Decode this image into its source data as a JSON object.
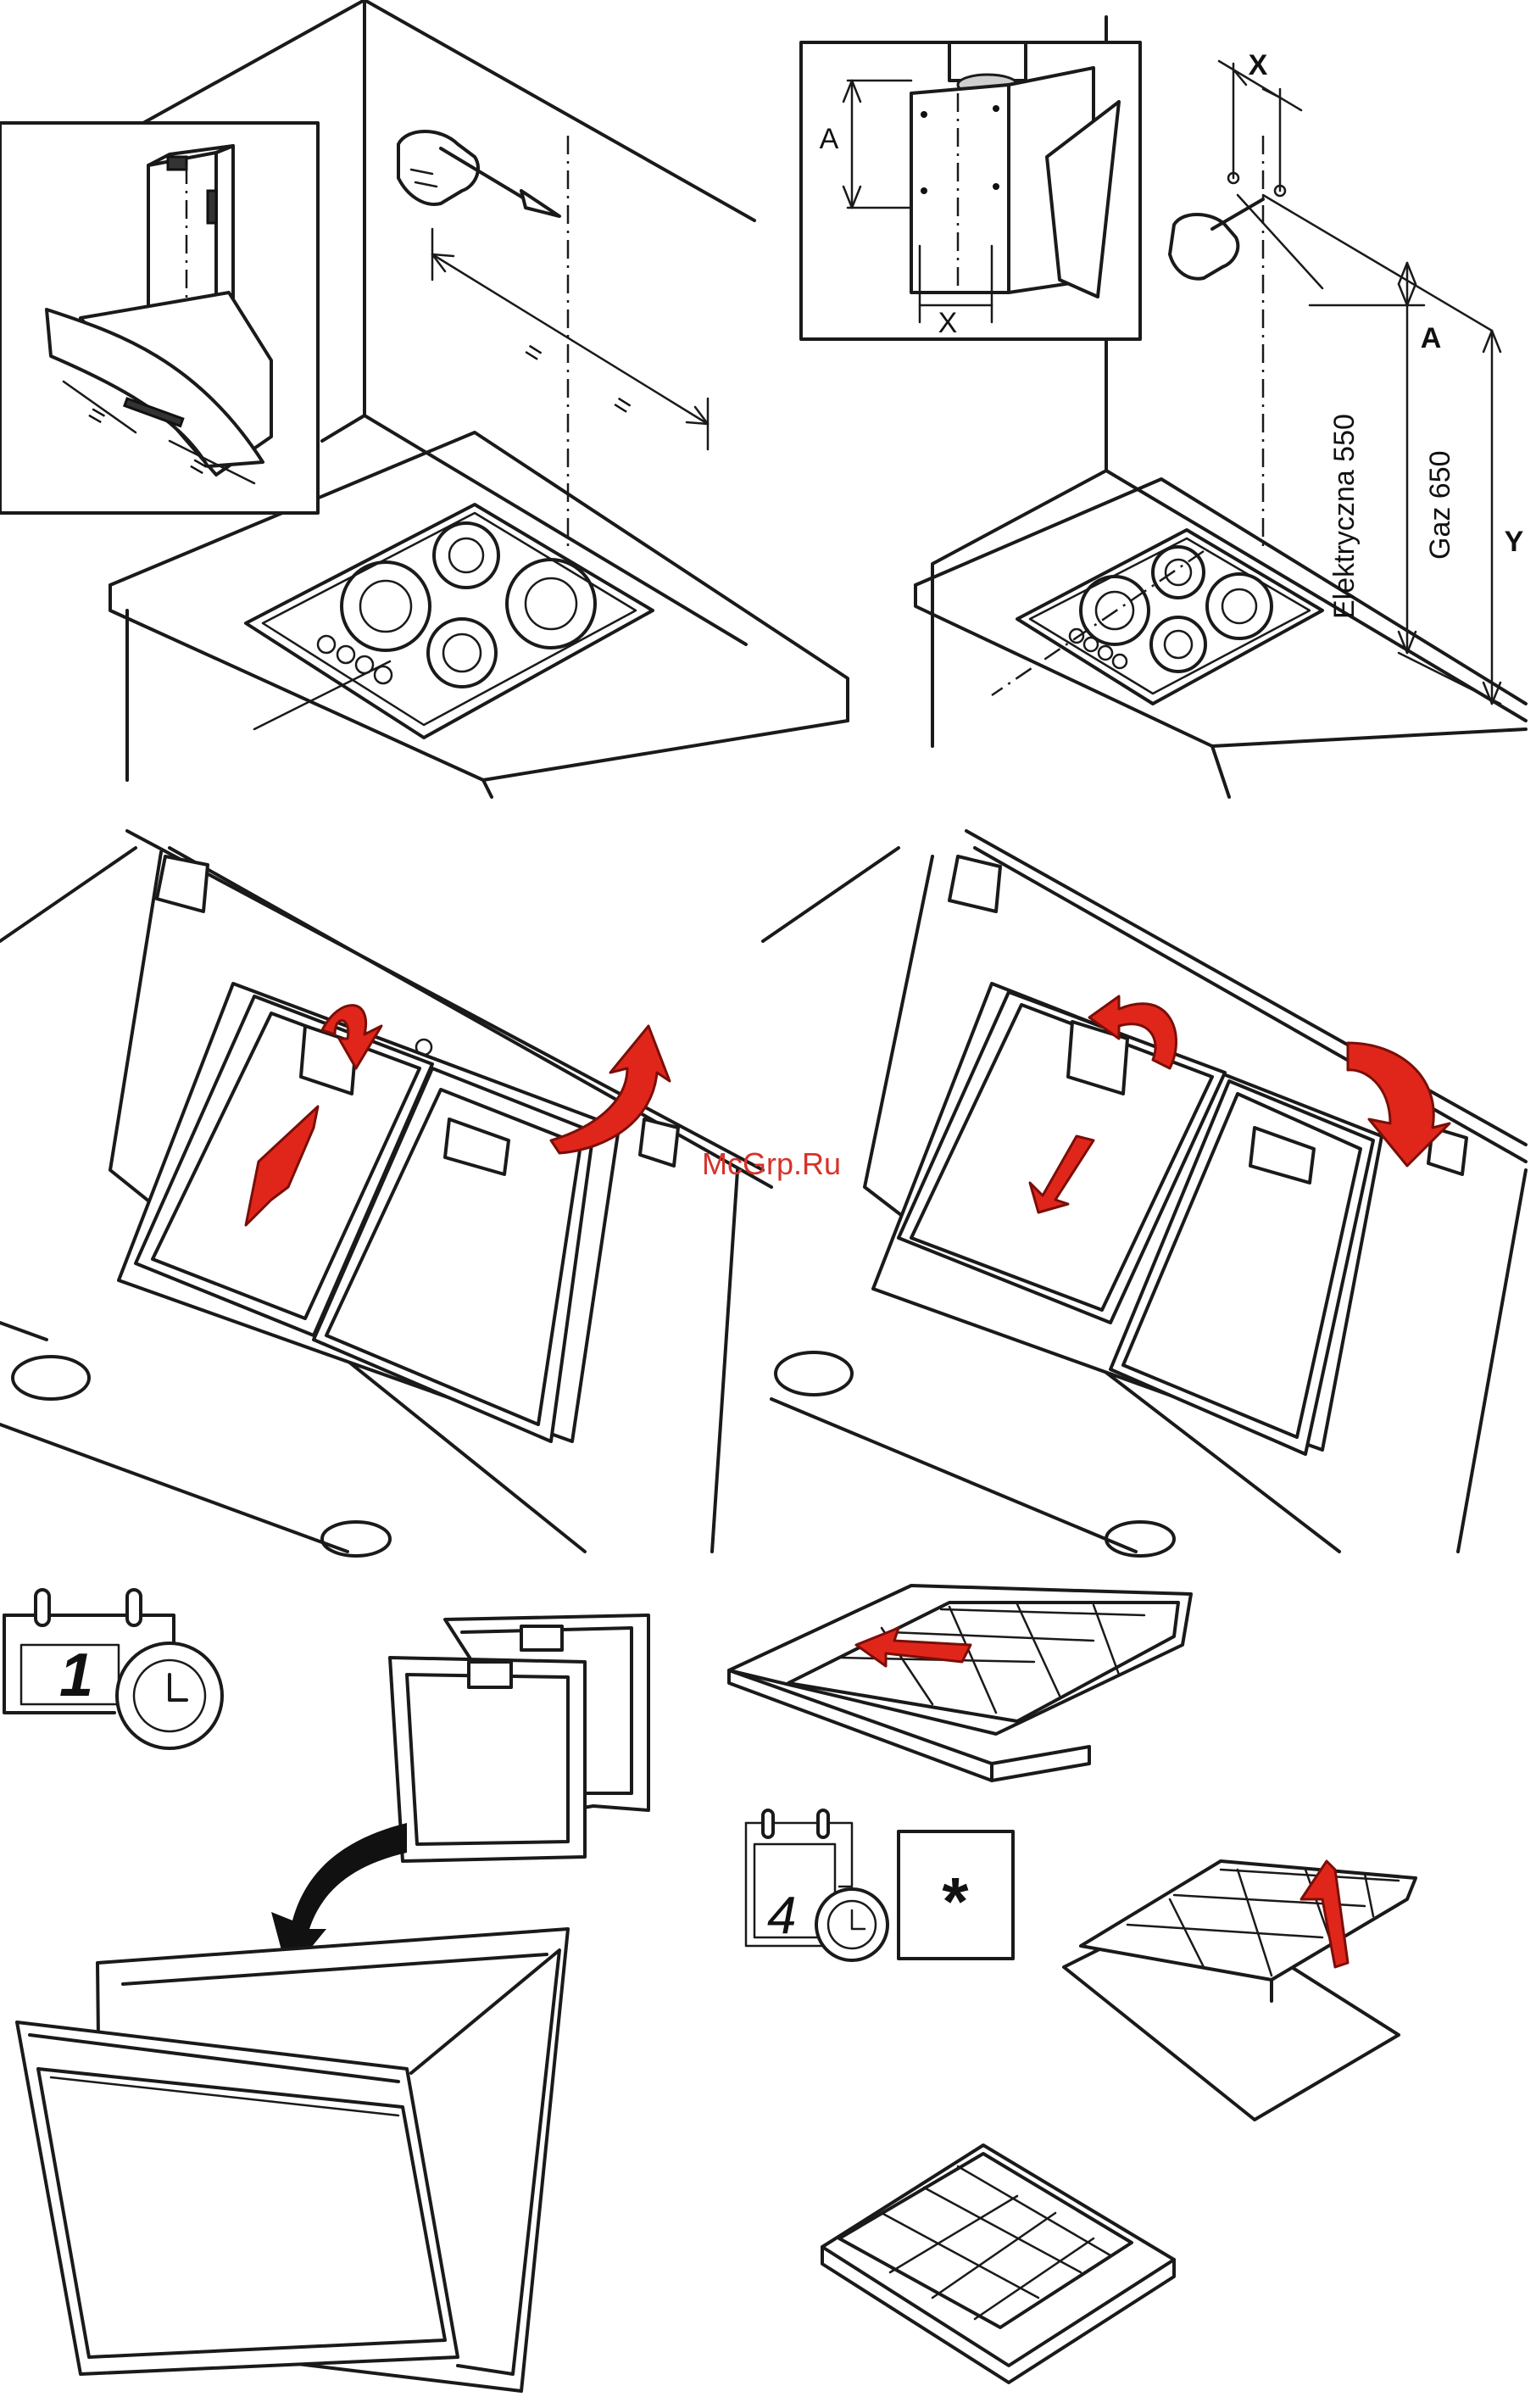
{
  "panel_top_right": {
    "dimension_x": "X",
    "dimension_a_inset": "A",
    "dimension_x_inset": "X",
    "dimension_a": "A",
    "dimension_y": "Y",
    "label_electric": "Elektryczna 550",
    "label_gas": "Gaz 650"
  },
  "panel_bottom": {
    "watermark": "McGrp.Ru",
    "calendar_one_month": "1",
    "calendar_four_months": "4",
    "filter_symbol": "*"
  },
  "colors": {
    "line": "#1a1a1a",
    "arrow_red": "#e0261b",
    "watermark_red": "#d6322a"
  }
}
